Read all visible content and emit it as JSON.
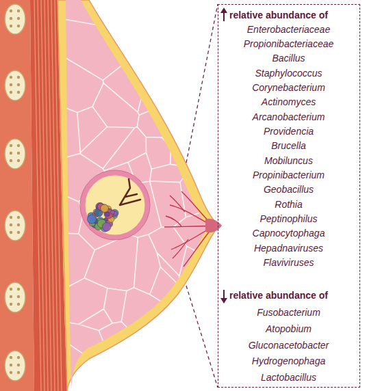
{
  "diagram": {
    "nodes": [
      {
        "text": [
          "relative abundance of",
          "Enterobacteriaceae",
          "Propionibacteriaceae",
          "Bacillus",
          "Staphylococcus",
          "Corynebacterium",
          "Actinomyces",
          "Arcanobacterium",
          "Providencia",
          "Brucella",
          "Mobiluncus",
          "Propinibacterium",
          "Geobacillus",
          "Rothia",
          "Peptinophilus",
          "Capnocytophaga",
          "Hepadnaviruses",
          "Flaviviruses",
          "relative abundance of",
          "Fusobacterium",
          "Atopobium",
          "Gluconacetobacter",
          "Hydrogenophaga",
          "Lactobacillus"
        ]
      }
    ]
  }
}
